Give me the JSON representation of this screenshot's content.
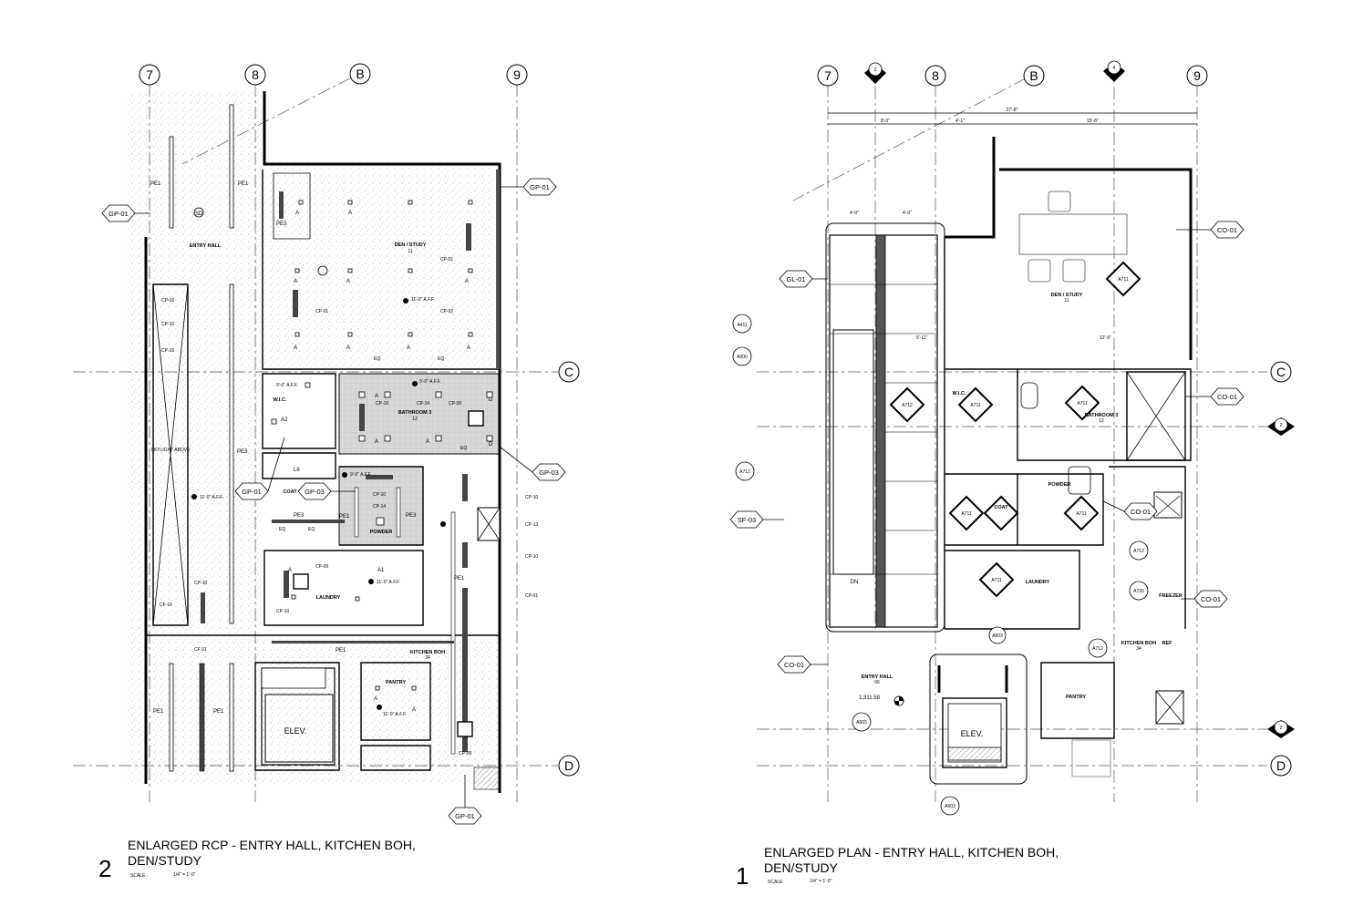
{
  "grid_labels": {
    "g7": "7",
    "g8": "8",
    "gB": "B",
    "g9": "9",
    "gC": "C",
    "gD": "D"
  },
  "rcp": {
    "drawing_number": "2",
    "title_line1": "ENLARGED RCP - ENTRY HALL, KITCHEN BOH,",
    "title_line2": "DEN/STUDY",
    "scale_label": "SCALE",
    "scale_value": "1/4\" = 1'-0\"",
    "tags": [
      "GP-01",
      "GP-01",
      "GP-03",
      "GP-01",
      "GP-03",
      "GP-01"
    ],
    "rooms": {
      "entry_hall": "ENTRY HALL",
      "den": "DEN / STUDY",
      "den_num": "11",
      "wic": "W.I.C.",
      "bath3": "BATHROOM 3",
      "bath3_num": "12",
      "coat": "COAT",
      "powder": "POWDER",
      "laundry": "LAUNDRY",
      "pantry": "PANTRY",
      "kitchen_boh": "KITCHEN BOH",
      "kitchen_num": "34",
      "elev": "ELEV.",
      "skylight": "SKYLIGHT ABOVE"
    },
    "labels": {
      "pe1": "PE1",
      "pe3": "PE3",
      "l6": "L6",
      "sd": "SD",
      "a": "A",
      "a1": "A1",
      "a2": "A2",
      "d": "D",
      "cp01": "CP-01",
      "cp02": "CP-02",
      "cp16": "CP-16",
      "cp10": "CP-10",
      "cp14": "CP-14",
      "cp09": "CP-09",
      "cp13": "CP-13",
      "cf16": "CF-16",
      "cf01": "CF 01",
      "aff_11": "11'-0\" A.F.F.",
      "aff_9": "9'-0\" A.F.F.",
      "eq": "EQ"
    }
  },
  "plan": {
    "drawing_number": "1",
    "title_line1": "ENLARGED PLAN -  ENTRY HALL, KITCHEN BOH,",
    "title_line2": "DEN/STUDY",
    "scale_label": "SCALE",
    "scale_value": "1/4\" = 1'-0\"",
    "tags": [
      "GL-01",
      "CO-01",
      "CO-01",
      "CO-01",
      "CO-01",
      "CO-01",
      "SF-03"
    ],
    "rooms": {
      "den": "DEN / STUDY",
      "den_num": "11",
      "wic": "W.I.C.",
      "bath3": "BATHROOM 3",
      "bath3_num": "12",
      "coat": "COAT",
      "powder": "POWDER",
      "laundry": "LAUNDRY",
      "entry_hall": "ENTRY HALL",
      "entry_num": "06",
      "kitchen_boh": "KITCHEN BOH",
      "kitchen_num": "34",
      "pantry": "PANTRY",
      "elev": "ELEV.",
      "freezer": "FREEZER",
      "ref": "REF",
      "dn": "DN"
    },
    "elevation": "1,311.58",
    "markers": {
      "a711": "A711",
      "a712": "A712",
      "a720": "A720",
      "a600": "A600",
      "a603": "A603",
      "a411": "A411",
      "num2": "2",
      "num4": "4"
    },
    "dims": {
      "overall": "27'-8\"",
      "d1": "8'-0\"",
      "d2": "4'-1\"",
      "d3": "15'-8\"",
      "d4": "5'-11\"",
      "d5": "12'-9\"",
      "d6": "4'-0\""
    }
  }
}
